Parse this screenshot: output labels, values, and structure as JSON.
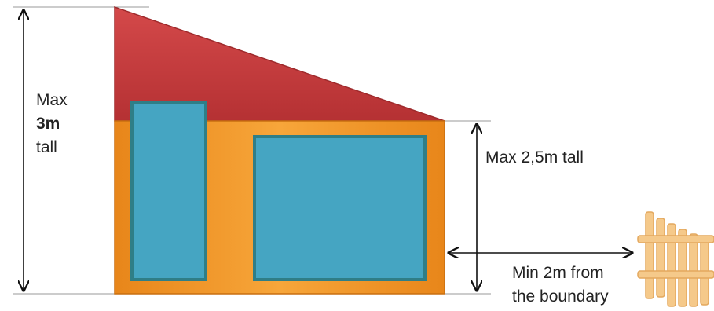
{
  "labels": {
    "height_total": {
      "line1": "Max",
      "line2": "3m",
      "line3": "tall"
    },
    "height_wall": "Max 2,5m tall",
    "boundary": {
      "line1": "Min 2m from",
      "line2": "the boundary"
    }
  },
  "colors": {
    "roof": "#c0393b",
    "roof_edge": "#9e2a2c",
    "wall": "#f39a26",
    "wall_edge": "#c86f10",
    "window_fill": "#45a5c2",
    "window_border": "#2f7e87",
    "fence": "#f5c98a",
    "fence_edge": "#e3a85e",
    "arrow": "#111111"
  },
  "icons": [
    "shed-diagram",
    "fence-icon"
  ]
}
